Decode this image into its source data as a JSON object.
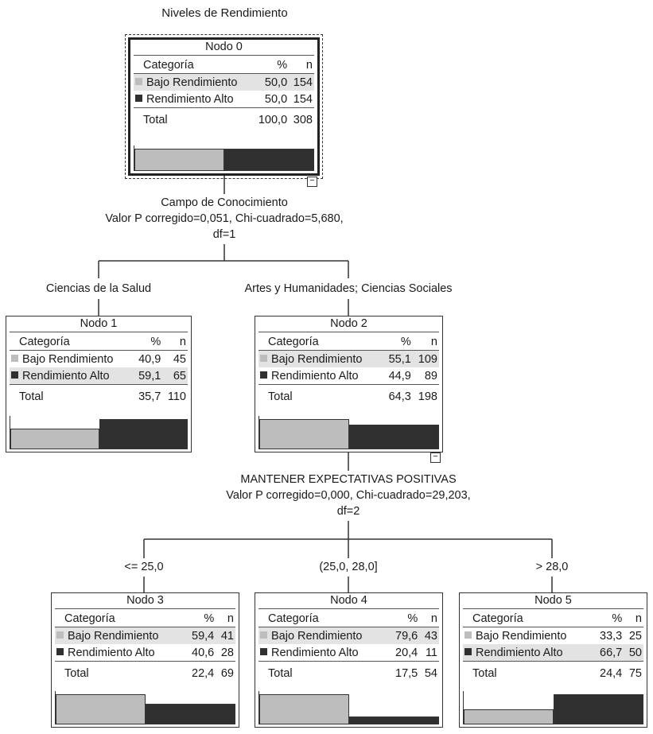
{
  "title": "Niveles de Rendimiento",
  "colors": {
    "bajo": "#bdbdbd",
    "alto": "#303030"
  },
  "column_headers": {
    "categoria": "Categoría",
    "pct": "%",
    "n": "n"
  },
  "splits": [
    {
      "variable": "Campo de Conocimiento",
      "stats": "Valor P corregido=0,051, Chi-cuadrado=5,680,",
      "df": "df=1"
    },
    {
      "variable": "MANTENER EXPECTATIVAS POSITIVAS",
      "stats": "Valor P corregido=0,000, Chi-cuadrado=29,203,",
      "df": "df=2"
    }
  ],
  "branches": [
    "Ciencias de la Salud",
    "Artes y Humanidades; Ciencias Sociales",
    "<= 25,0",
    "(25,0, 28,0]",
    "> 28,0"
  ],
  "nodes": [
    {
      "name": "Nodo 0",
      "rows": [
        {
          "cat": "Bajo Rendimiento",
          "pct": "50,0",
          "n": "154",
          "frac": 0.5
        },
        {
          "cat": "Rendimiento Alto",
          "pct": "50,0",
          "n": "154",
          "frac": 0.5
        }
      ],
      "total": {
        "label": "Total",
        "pct": "100,0",
        "n": "308"
      }
    },
    {
      "name": "Nodo 1",
      "rows": [
        {
          "cat": "Bajo Rendimiento",
          "pct": "40,9",
          "n": "45",
          "frac": 0.409
        },
        {
          "cat": "Rendimiento Alto",
          "pct": "59,1",
          "n": "65",
          "frac": 0.591
        }
      ],
      "total": {
        "label": "Total",
        "pct": "35,7",
        "n": "110"
      }
    },
    {
      "name": "Nodo 2",
      "rows": [
        {
          "cat": "Bajo Rendimiento",
          "pct": "55,1",
          "n": "109",
          "frac": 0.551
        },
        {
          "cat": "Rendimiento Alto",
          "pct": "44,9",
          "n": "89",
          "frac": 0.449
        }
      ],
      "total": {
        "label": "Total",
        "pct": "64,3",
        "n": "198"
      }
    },
    {
      "name": "Nodo 3",
      "rows": [
        {
          "cat": "Bajo Rendimiento",
          "pct": "59,4",
          "n": "41",
          "frac": 0.594
        },
        {
          "cat": "Rendimiento Alto",
          "pct": "40,6",
          "n": "28",
          "frac": 0.406
        }
      ],
      "total": {
        "label": "Total",
        "pct": "22,4",
        "n": "69"
      }
    },
    {
      "name": "Nodo 4",
      "rows": [
        {
          "cat": "Bajo Rendimiento",
          "pct": "79,6",
          "n": "43",
          "frac": 0.796
        },
        {
          "cat": "Rendimiento Alto",
          "pct": "20,4",
          "n": "11",
          "frac": 0.204
        }
      ],
      "total": {
        "label": "Total",
        "pct": "17,5",
        "n": "54"
      }
    },
    {
      "name": "Nodo 5",
      "rows": [
        {
          "cat": "Bajo Rendimiento",
          "pct": "33,3",
          "n": "25",
          "frac": 0.333
        },
        {
          "cat": "Rendimiento Alto",
          "pct": "66,7",
          "n": "50",
          "frac": 0.667
        }
      ],
      "total": {
        "label": "Total",
        "pct": "24,4",
        "n": "75"
      }
    }
  ],
  "toggle_symbol": "−"
}
